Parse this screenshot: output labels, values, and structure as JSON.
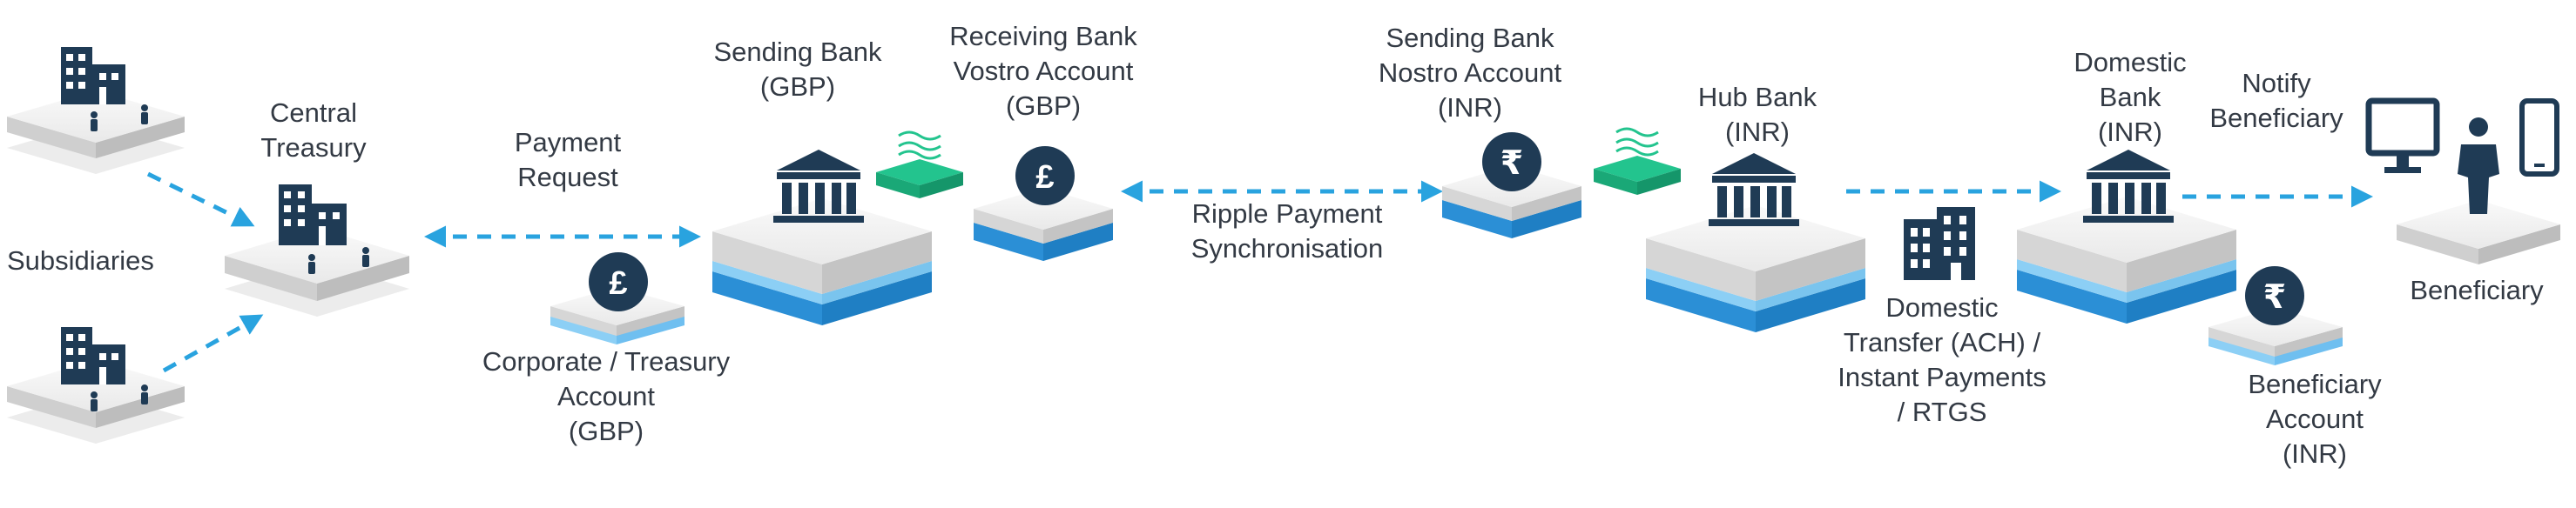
{
  "labels": {
    "subsidiaries": "Subsidiaries",
    "central_treasury": "Central\nTreasury",
    "payment_request": "Payment\nRequest",
    "corporate_account": "Corporate / Treasury\nAccount\n(GBP)",
    "sending_bank": "Sending  Bank\n(GBP)",
    "receiving_bank_vostro": "Receiving Bank\nVostro Account\n(GBP)",
    "ripple_sync": "Ripple Payment\nSynchronisation",
    "sending_bank_nostro": "Sending Bank\nNostro Account\n(INR)",
    "hub_bank": "Hub  Bank\n(INR)",
    "domestic_transfer": "Domestic\nTransfer (ACH) /\nInstant Payments\n/ RTGS",
    "domestic_bank": "Domestic\nBank\n(INR)",
    "notify_beneficiary": "Notify\nBeneficiary",
    "beneficiary": "Beneficiary",
    "beneficiary_account": "Beneficiary\nAccount\n(INR)"
  },
  "symbols": {
    "gbp": "£",
    "inr": "₹"
  },
  "colors": {
    "navy": "#1f3b55",
    "arrow_blue": "#29a3df",
    "platform_blue": "#2b8fd6",
    "platform_light": "#8ccff5",
    "ripple_green": "#23c48e",
    "platform_grey_top": "#f3f3f3",
    "platform_grey_side": "#d9d9d9",
    "text": "#333a44"
  }
}
